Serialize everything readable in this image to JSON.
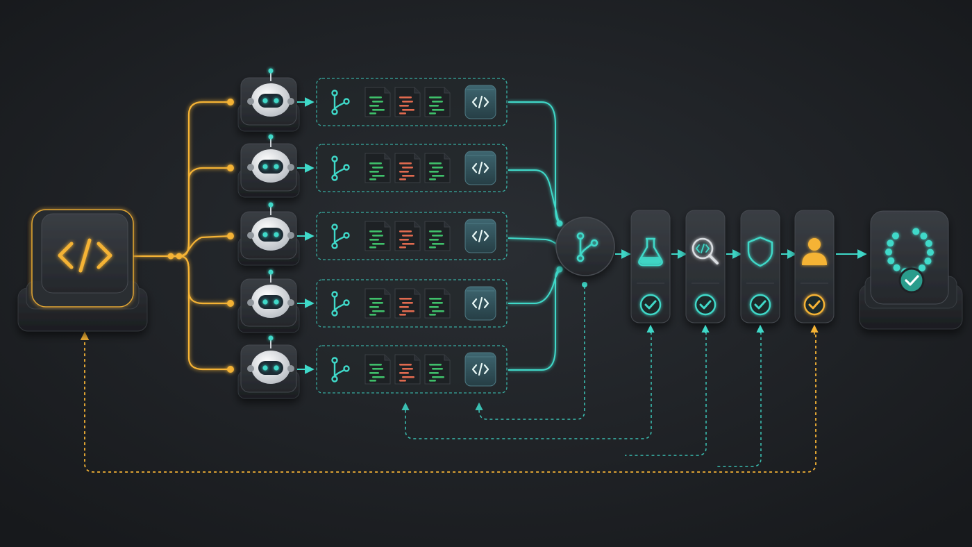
{
  "colors": {
    "background": "#1f2226",
    "accent_yellow": "#f5b335",
    "accent_teal": "#3fd9c9",
    "code_green": "#3fbf6a",
    "code_red": "#e06a4f",
    "panel": "#2c3035"
  },
  "source": {
    "icon": "code-brackets-icon"
  },
  "agents": [
    {
      "icon": "robot-icon",
      "workspace": [
        "git-branch-icon",
        "code-file-icon",
        "code-file-icon",
        "code-file-icon",
        "code-cube-icon"
      ],
      "files": [
        "green",
        "red",
        "green"
      ]
    },
    {
      "icon": "robot-icon",
      "workspace": [
        "git-branch-icon",
        "code-file-icon",
        "code-file-icon",
        "code-file-icon",
        "code-cube-icon"
      ],
      "files": [
        "green",
        "red",
        "green"
      ]
    },
    {
      "icon": "robot-icon",
      "workspace": [
        "git-branch-icon",
        "code-file-icon",
        "code-file-icon",
        "code-file-icon",
        "code-cube-icon"
      ],
      "files": [
        "green",
        "red",
        "green"
      ]
    },
    {
      "icon": "robot-icon",
      "workspace": [
        "git-branch-icon",
        "code-file-icon",
        "code-file-icon",
        "code-file-icon",
        "code-cube-icon"
      ],
      "files": [
        "green",
        "red",
        "green"
      ]
    },
    {
      "icon": "robot-icon",
      "workspace": [
        "git-branch-icon",
        "code-file-icon",
        "code-file-icon",
        "code-file-icon",
        "code-cube-icon"
      ],
      "files": [
        "green",
        "red",
        "green"
      ]
    }
  ],
  "merge": {
    "icon": "git-merge-icon"
  },
  "stages": [
    {
      "icon": "flask-icon",
      "check": "check-icon",
      "check_color": "teal"
    },
    {
      "icon": "code-search-icon",
      "check": "check-icon",
      "check_color": "teal"
    },
    {
      "icon": "shield-icon",
      "check": "check-icon",
      "check_color": "teal"
    },
    {
      "icon": "person-icon",
      "check": "check-icon",
      "check_color": "yellow"
    }
  ],
  "output": {
    "icon": "dotted-ring-check-icon"
  }
}
